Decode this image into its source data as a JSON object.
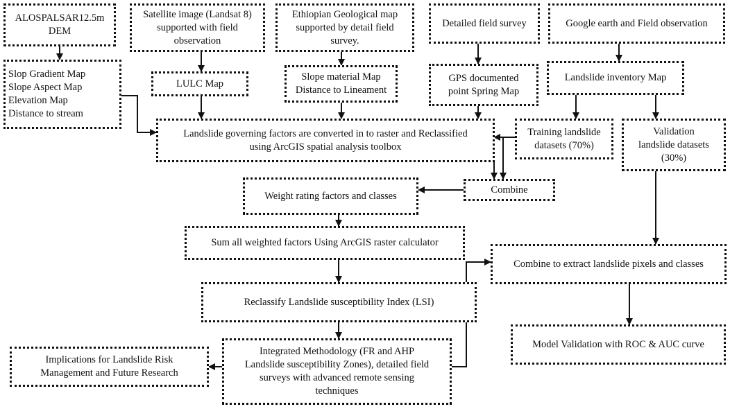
{
  "boxes": {
    "dem": "ALOSPALSAR12.5m\nDEM",
    "satellite": "Satellite image (Landsat 8)\nsupported with field\nobservation",
    "geology": "Ethiopian Geological map\nsupported by detail field\nsurvey.",
    "field_survey": "Detailed field survey",
    "google_earth": "Google earth and Field observation",
    "terrain_maps": "Slop Gradient Map\nSlope Aspect Map\nElevation Map\nDistance to stream",
    "lulc": "LULC Map",
    "slope_material": "Slope material Map\nDistance to Lineament",
    "gps": "GPS documented\npoint Spring Map",
    "inventory": "Landslide inventory Map",
    "governing": "Landslide governing factors are converted in to raster and Reclassified\nusing ArcGIS spatial analysis toolbox",
    "training": "Training landslide\ndatasets (70%)",
    "validation": "Validation\nlandslide datasets\n(30%)",
    "combine": "Combine",
    "weight": "Weight rating factors and classes",
    "sum": "Sum all weighted factors Using ArcGIS raster calculator",
    "combine_extract": "Combine to extract landslide pixels and classes",
    "reclassify": "Reclassify Landslide susceptibility Index (LSI)",
    "integrated": "Integrated Methodology (FR and AHP\nLandslide susceptibility Zones), detailed field\nsurveys with advanced remote sensing\ntechniques",
    "roc": "Model Validation with ROC & AUC curve",
    "implications": "Implications for Landslide Risk\nManagement and Future Research"
  },
  "colors": {
    "line": "#111111",
    "background": "#ffffff"
  }
}
